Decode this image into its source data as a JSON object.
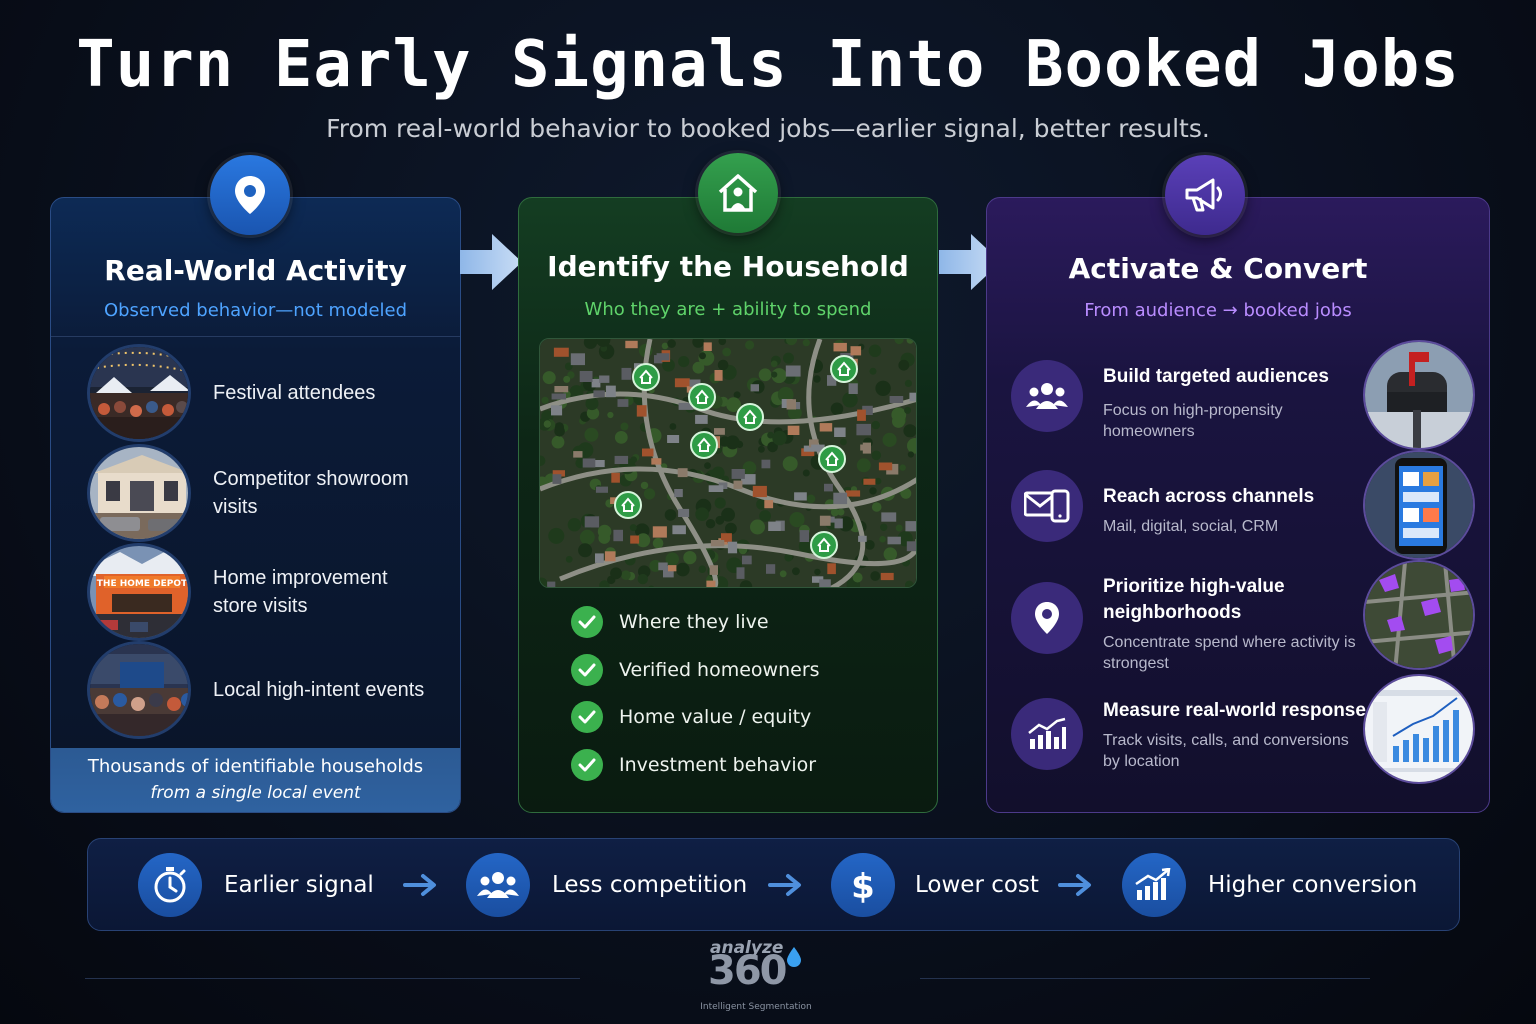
{
  "title": "Turn Early Signals Into Booked Jobs",
  "subtitle": "From real-world behavior to booked jobs—earlier signal, better results.",
  "colors": {
    "blue": "#1e62c0",
    "green": "#2e8c45",
    "purple": "#4a34a0",
    "check": "#3bb14e"
  },
  "panels": {
    "activity": {
      "icon": "map-pin-icon",
      "title": "Real-World Activity",
      "subtitle": "Observed behavior—not modeled",
      "items": [
        {
          "label": "Festival attendees"
        },
        {
          "label": "Competitor showroom visits"
        },
        {
          "label": "Home improvement store visits"
        },
        {
          "label": "Local high-intent events"
        }
      ],
      "store_sign": "THE HOME DEPOT",
      "footer_line1": "Thousands of identifiable households",
      "footer_line2": "from a single local event"
    },
    "household": {
      "icon": "house-person-icon",
      "title": "Identify the Household",
      "subtitle": "Who they are + ability to spend",
      "checks": [
        {
          "label": "Where they live"
        },
        {
          "label": "Verified homeowners"
        },
        {
          "label": "Home value / equity"
        },
        {
          "label": "Investment behavior"
        }
      ]
    },
    "activate": {
      "icon": "megaphone-icon",
      "title": "Activate & Convert",
      "subtitle": "From audience → booked jobs",
      "items": [
        {
          "icon": "audience-icon",
          "title": "Build targeted audiences",
          "desc": "Focus on high-propensity homeowners"
        },
        {
          "icon": "mail-phone-icon",
          "title": "Reach across channels",
          "desc": "Mail, digital, social, CRM"
        },
        {
          "icon": "location-pin-icon",
          "title": "Prioritize high-value neighborhoods",
          "desc": "Concentrate spend where activity is strongest"
        },
        {
          "icon": "bar-chart-icon",
          "title": "Measure real-world response",
          "desc": "Track visits, calls, and conversions by location"
        }
      ]
    }
  },
  "bottom_flow": [
    {
      "icon": "stopwatch-icon",
      "label": "Earlier signal"
    },
    {
      "icon": "people-icon",
      "label": "Less competition"
    },
    {
      "icon": "dollar-icon",
      "label": "Lower cost"
    },
    {
      "icon": "growth-chart-icon",
      "label": "Higher conversion"
    }
  ],
  "logo": {
    "brand": "analyze",
    "number": "360",
    "tagline": "Intelligent Segmentation"
  }
}
